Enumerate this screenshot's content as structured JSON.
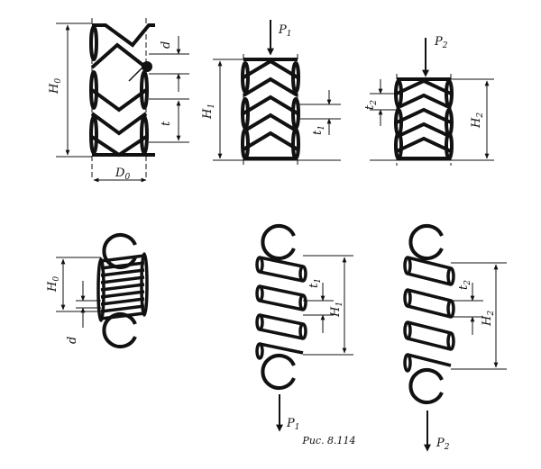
{
  "figure": {
    "caption": "Рис. 8.114",
    "compression": {
      "free": {
        "height_label": "H",
        "height_sub": "0",
        "wire_label": "d",
        "pitch_label": "t",
        "diameter_label": "D",
        "diameter_sub": "0"
      },
      "load1": {
        "force_label": "P",
        "force_sub": "1",
        "height_label": "H",
        "height_sub": "1",
        "pitch_label": "t",
        "pitch_sub": "1"
      },
      "load2": {
        "force_label": "P",
        "force_sub": "2",
        "height_label": "H",
        "height_sub": "2",
        "pitch_label": "t",
        "pitch_sub": "2"
      }
    },
    "extension": {
      "free": {
        "height_label": "H",
        "height_sub": "0",
        "wire_label": "d"
      },
      "load1": {
        "force_label": "P",
        "force_sub": "1",
        "height_label": "H",
        "height_sub": "1",
        "pitch_label": "t",
        "pitch_sub": "1"
      },
      "load2": {
        "force_label": "P",
        "force_sub": "2",
        "height_label": "H",
        "height_sub": "2",
        "pitch_label": "t",
        "pitch_sub": "2"
      }
    }
  }
}
